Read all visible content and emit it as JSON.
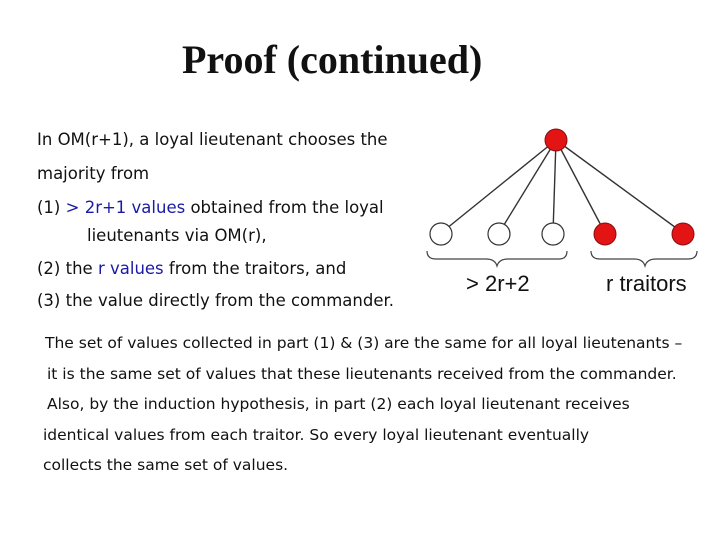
{
  "slide": {
    "title": "Proof (continued)",
    "left_text": {
      "line1": "In OM(r+1), a loyal lieutenant chooses the",
      "line2": "majority from",
      "item1_prefix": "(1) ",
      "item1_highlight": "> 2r+1 values",
      "item1_suffix": " obtained from the loyal",
      "item1_cont": "lieutenants via OM(r),",
      "item2_prefix": "(2) the ",
      "item2_highlight": "r values",
      "item2_suffix": " from the traitors, and",
      "item3": "(3) the value directly from the commander."
    },
    "diagram": {
      "loyal_label": "> 2r+2",
      "traitor_label": "r traitors",
      "colors": {
        "traitor": "#e31414",
        "loyal": "#ffffff",
        "edge": "#333333"
      }
    },
    "bottom_text": {
      "line1": "The set of values collected in part (1) & (3) are the same for all loyal lieutenants –",
      "line2": "it is the same set of values that these lieutenants received from the commander.",
      "line3": "Also, by the induction hypothesis, in part (2) each loyal lieutenant receives",
      "line4": "identical values from each traitor. So every loyal lieutenant eventually",
      "line5": "collects the same set of values."
    }
  }
}
